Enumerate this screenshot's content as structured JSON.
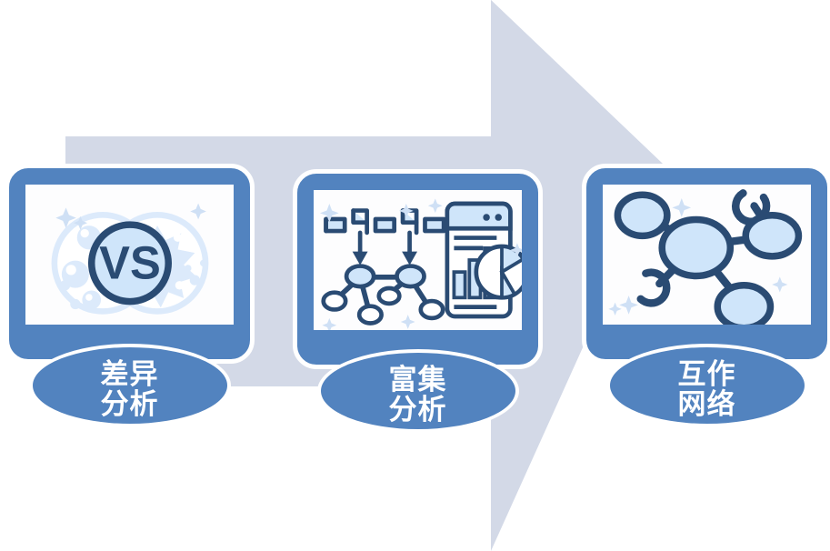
{
  "diagram": {
    "title": "",
    "type": "three-step-workflow",
    "direction": "left-to-right",
    "background_arrow": {
      "name": "progress-arrow",
      "color": "#d3d9e7",
      "points_to": "right"
    },
    "colors": {
      "frame_blue": "#5283bf",
      "arrow_gray_blue": "#d3d9e7",
      "icon_outline": "#2a4b73",
      "icon_fill_light": "#c9e1f7",
      "icon_fill_pale": "#d9ebfb",
      "screen_white": "#fdfdfe",
      "label_text": "#ffffff"
    },
    "steps": [
      {
        "id": "step-1",
        "label_line1": "差异",
        "label_line2": "分析",
        "icon": "vs-circles-icon",
        "icon_text": "VS",
        "icon_description": "two overlapping pale-blue cell blobs with a dark outlined circle reading VS"
      },
      {
        "id": "step-2",
        "label_line1": "富集",
        "label_line2": "分析",
        "icon": "enrichment-network-chart-icon",
        "icon_description": "gene tracks with down arrows feeding a node network, next to a device window showing a bar chart and pie chart"
      },
      {
        "id": "step-3",
        "label_line1": "互作",
        "label_line2": "网络",
        "icon": "interaction-network-icon",
        "icon_description": "hub node connected to four satellite nodes plus two open-arc molecule glyphs"
      }
    ]
  }
}
